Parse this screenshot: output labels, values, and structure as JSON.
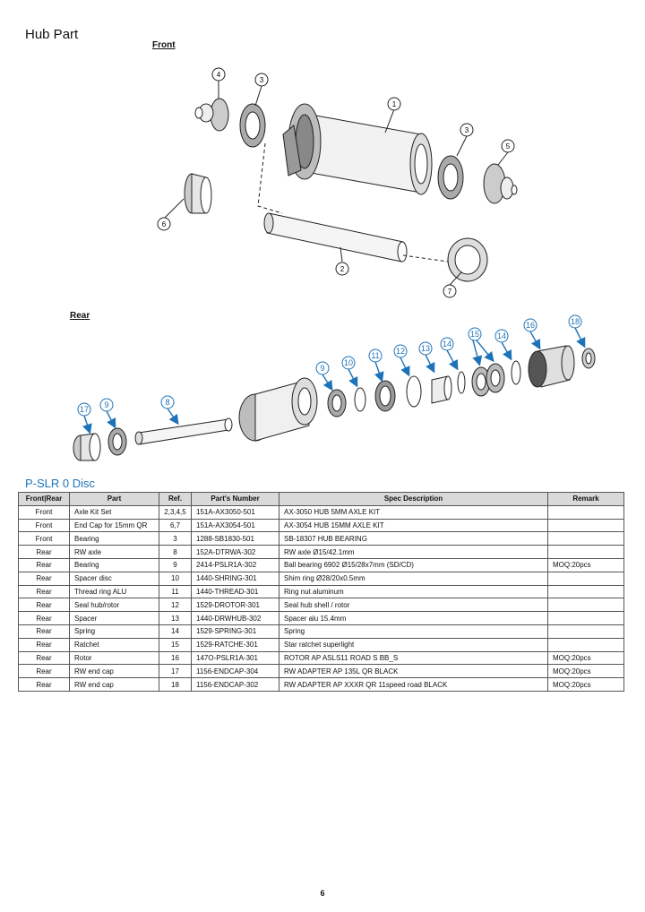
{
  "page_title": "Hub Part",
  "front_label": "Front",
  "rear_label": "Rear",
  "front_callouts": [
    "1",
    "2",
    "3",
    "3",
    "4",
    "5",
    "6",
    "7"
  ],
  "rear_callouts": [
    "8",
    "9",
    "9",
    "10",
    "11",
    "12",
    "13",
    "14",
    "14",
    "15",
    "16",
    "17",
    "18"
  ],
  "model_title": "P-SLR 0 Disc",
  "table": {
    "headers": [
      "Front|Rear",
      "Part",
      "Ref.",
      "Part's Number",
      "Spec Description",
      "Remark"
    ],
    "rows": [
      [
        "Front",
        "Axle Kit Set",
        "2,3,4,5",
        "151A-AX3050-501",
        "AX-3050 HUB 5MM AXLE KIT",
        ""
      ],
      [
        "Front",
        "End Cap for 15mm QR",
        "6,7",
        "151A-AX3054-501",
        "AX-3054 HUB 15MM AXLE KIT",
        ""
      ],
      [
        "Front",
        "Bearing",
        "3",
        "1288-SB1830-501",
        "SB-18307 HUB BEARING",
        ""
      ],
      [
        "Rear",
        "RW axle",
        "8",
        "152A-DTRWA-302",
        "RW axle Ø15/42.1mm",
        ""
      ],
      [
        "Rear",
        "Bearing",
        "9",
        "2414-PSLR1A-302",
        "Ball bearing 6902 Ø15/28x7mm (SD/CD)",
        "MOQ:20pcs"
      ],
      [
        "Rear",
        "Spacer disc",
        "10",
        "1440-SHRING-301",
        "Shim ring Ø28/20x0.5mm",
        ""
      ],
      [
        "Rear",
        "Thread ring ALU",
        "11",
        "1440-THREAD-301",
        "Ring nut aluminum",
        ""
      ],
      [
        "Rear",
        "Seal hub/rotor",
        "12",
        "1529-DROTOR-301",
        "Seal hub shell / rotor",
        ""
      ],
      [
        "Rear",
        "Spacer",
        "13",
        "1440-DRWHUB-302",
        "Spacer alu 15.4mm",
        ""
      ],
      [
        "Rear",
        "Spring",
        "14",
        "1529-SPRING-301",
        "Spring",
        ""
      ],
      [
        "Rear",
        "Ratchet",
        "15",
        "1529-RATCHE-301",
        "Star ratchet superlight",
        ""
      ],
      [
        "Rear",
        "Rotor",
        "16",
        "147O-PSLR1A-301",
        "ROTOR AP ASLS11 ROAD S BB_S",
        "MOQ:20pcs"
      ],
      [
        "Rear",
        "RW end cap",
        "17",
        "1156-ENDCAP-304",
        "RW ADAPTER AP 135L QR BLACK",
        "MOQ:20pcs"
      ],
      [
        "Rear",
        "RW end cap",
        "18",
        "1156-ENDCAP-302",
        "RW ADAPTER AP XXXR QR 11speed road BLACK",
        "MOQ:20pcs"
      ]
    ]
  },
  "page_number": "6",
  "colors": {
    "accent_blue": "#1e73b8",
    "header_gray": "#d9d9d9"
  }
}
